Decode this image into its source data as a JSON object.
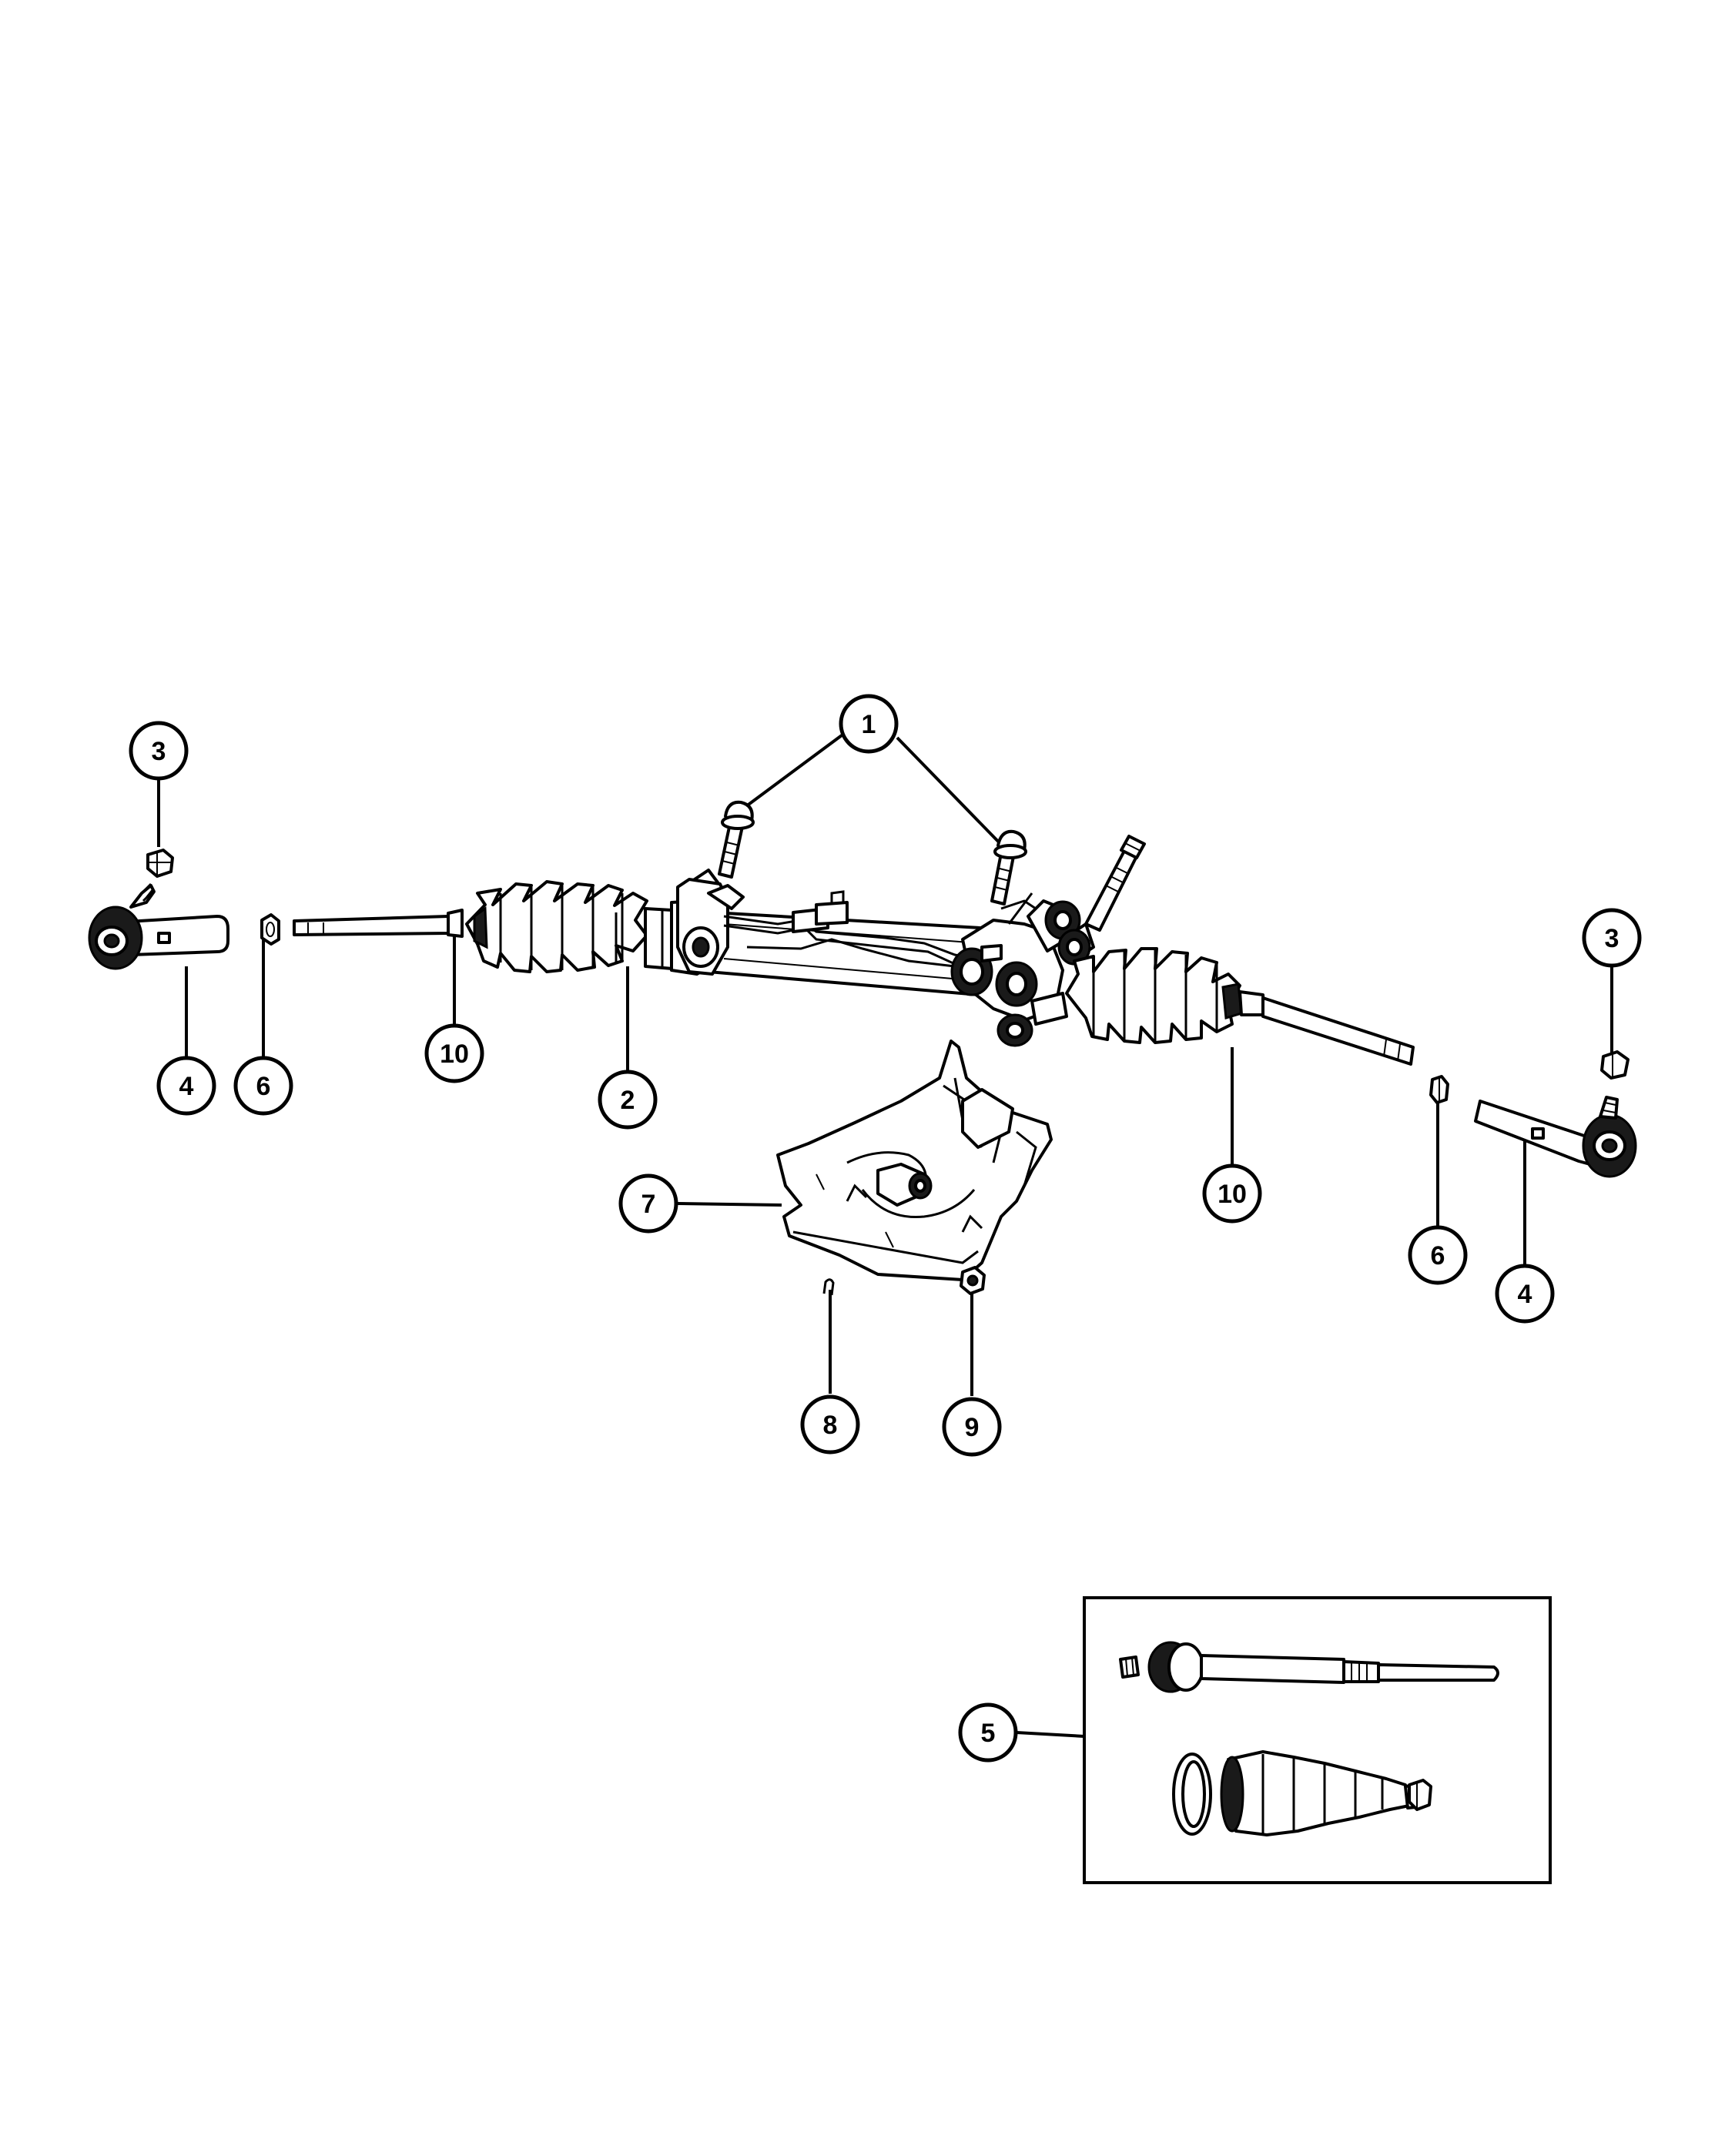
{
  "diagram": {
    "callouts": [
      {
        "id": "c1",
        "label": "1"
      },
      {
        "id": "c2",
        "label": "2"
      },
      {
        "id": "c3a",
        "label": "3"
      },
      {
        "id": "c3b",
        "label": "3"
      },
      {
        "id": "c4a",
        "label": "4"
      },
      {
        "id": "c4b",
        "label": "4"
      },
      {
        "id": "c5",
        "label": "5"
      },
      {
        "id": "c6a",
        "label": "6"
      },
      {
        "id": "c6b",
        "label": "6"
      },
      {
        "id": "c7",
        "label": "7"
      },
      {
        "id": "c8",
        "label": "8"
      },
      {
        "id": "c9",
        "label": "9"
      },
      {
        "id": "c10a",
        "label": "10"
      },
      {
        "id": "c10b",
        "label": "10"
      }
    ]
  }
}
